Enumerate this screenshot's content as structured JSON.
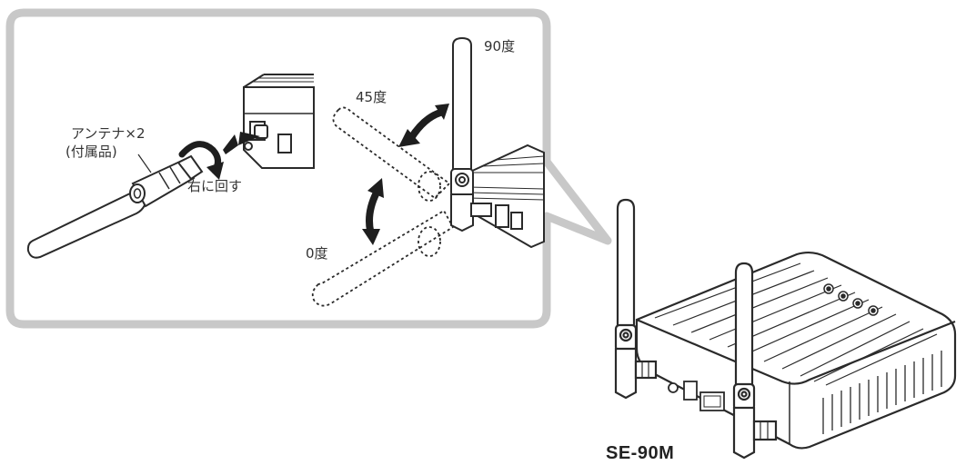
{
  "labels": {
    "antenna": "アンテナ×2",
    "accessory": "(付属品)",
    "rotate_right": "右に回す",
    "angle_90": "90度",
    "angle_45": "45度",
    "angle_0": "0度",
    "model": "SE-90M"
  },
  "colors": {
    "callout_border": "#c8c8c8",
    "line": "#2a2a2a",
    "arrow": "#1e1e1e"
  }
}
